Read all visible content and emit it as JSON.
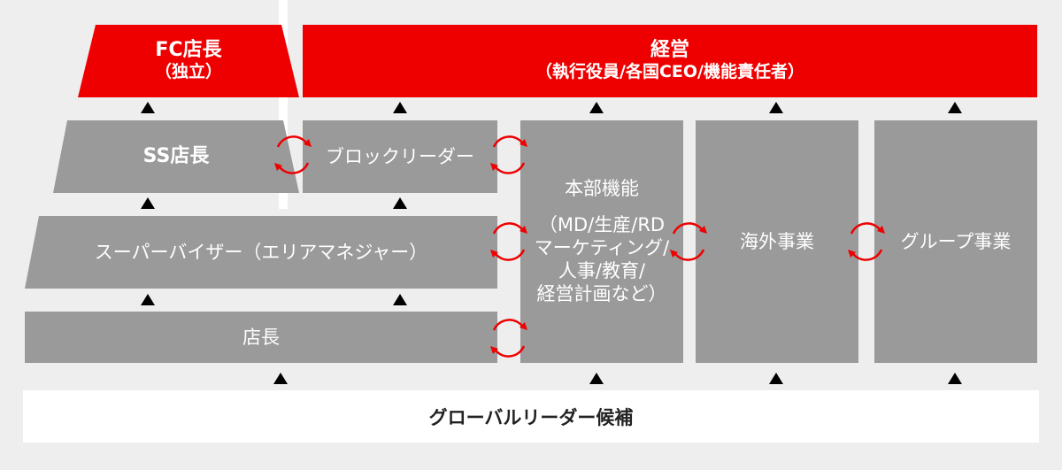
{
  "diagram": {
    "fc_store_manager": {
      "title": "FC店長",
      "sub": "（独立）"
    },
    "management": {
      "title": "経営",
      "sub": "（執行役員/各国CEO/機能責任者）"
    },
    "ss_store_manager": {
      "title": "SS店長"
    },
    "block_leader": {
      "title": "ブロックリーダー"
    },
    "headquarters": {
      "title": "本部機能",
      "sub_lines": [
        "（MD/生産/RD",
        "マーケティング/",
        "人事/教育/",
        "経営計画など）"
      ]
    },
    "overseas": {
      "title": "海外事業"
    },
    "group": {
      "title": "グループ事業"
    },
    "supervisor": {
      "title": "スーパーバイザー（エリアマネジャー）"
    },
    "store_manager": {
      "title": "店長"
    },
    "global_leader": {
      "title": "グローバルリーダー候補"
    }
  },
  "colors": {
    "red": "#ee0000",
    "gray": "#9a9a9a",
    "background": "#eeeeee",
    "arrow": "#000000"
  },
  "icons": {
    "triangle": "up-triangle-icon",
    "cycle": "rotation-arrows-icon"
  }
}
